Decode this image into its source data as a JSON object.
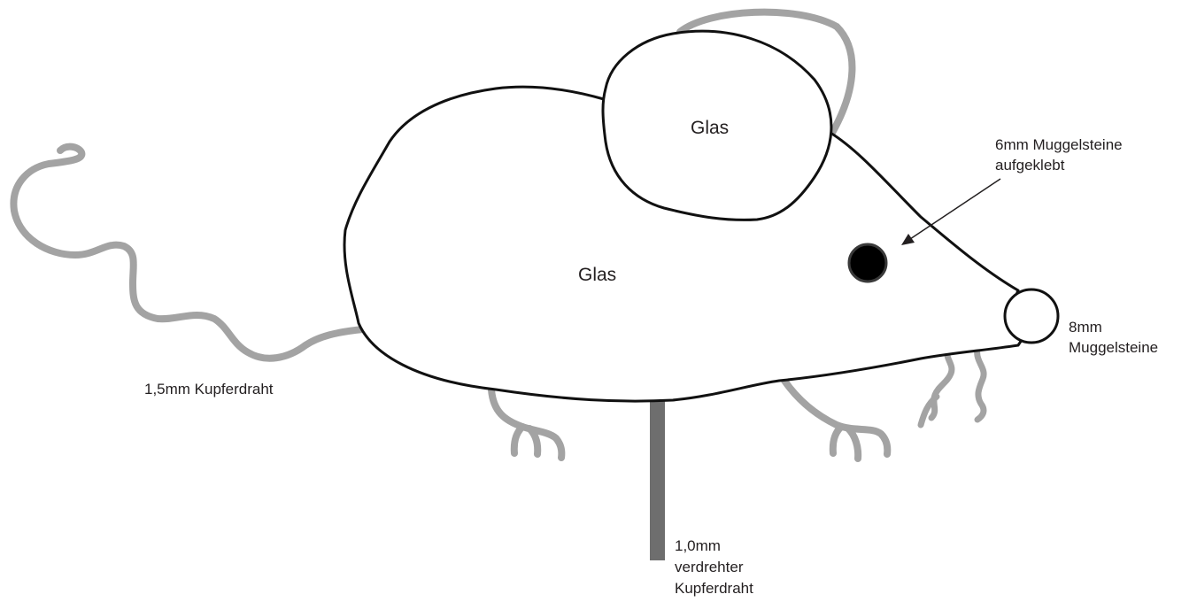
{
  "labels": {
    "ear_material": "Glas",
    "body_material": "Glas",
    "eye_line1": "6mm Muggelsteine",
    "eye_line2": "aufgeklebt",
    "nose_line1": "8mm",
    "nose_line2": "Muggelsteine",
    "tail": "1,5mm Kupferdraht",
    "stand_line1": "1,0mm",
    "stand_line2": "verdrehter",
    "stand_line3": "Kupferdraht"
  },
  "colors": {
    "outline": "#111111",
    "wire_light": "#a3a3a3",
    "wire_dark": "#6e6e6e",
    "eye_fill": "#000000",
    "text": "#231f20"
  }
}
